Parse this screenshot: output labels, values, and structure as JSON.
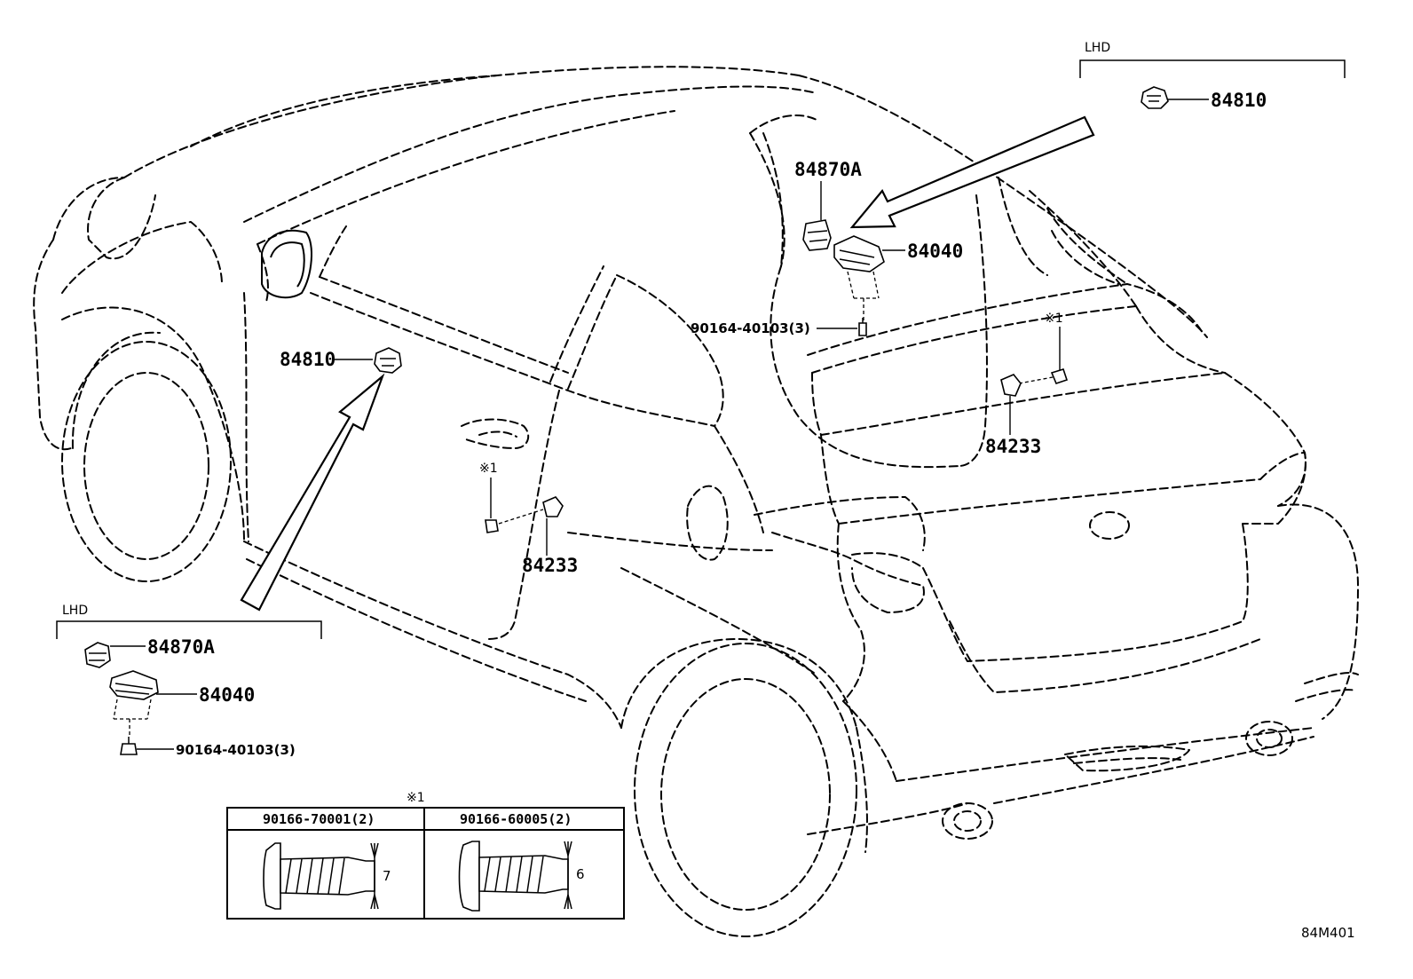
{
  "diagram": {
    "callouts": {
      "lhd_top": "LHD",
      "lhd_bottom": "LHD",
      "p84810_top": "84810",
      "p84870a_upper": "84870A",
      "p84040_upper": "84040",
      "p90164_upper": "90164-40103(3)",
      "ref1_upper": "※1",
      "p84233_upper": "84233",
      "p84810_door": "84810",
      "ref1_door": "※1",
      "p84233_door": "84233",
      "p84870a_lower": "84870A",
      "p84040_lower": "84040",
      "p90164_lower": "90164-40103(3)"
    },
    "note_table": {
      "marker": "※1",
      "columns": [
        {
          "part": "90166-70001(2)",
          "dimension": "7"
        },
        {
          "part": "90166-60005(2)",
          "dimension": "6"
        }
      ]
    },
    "drawing_code": "84M401"
  }
}
